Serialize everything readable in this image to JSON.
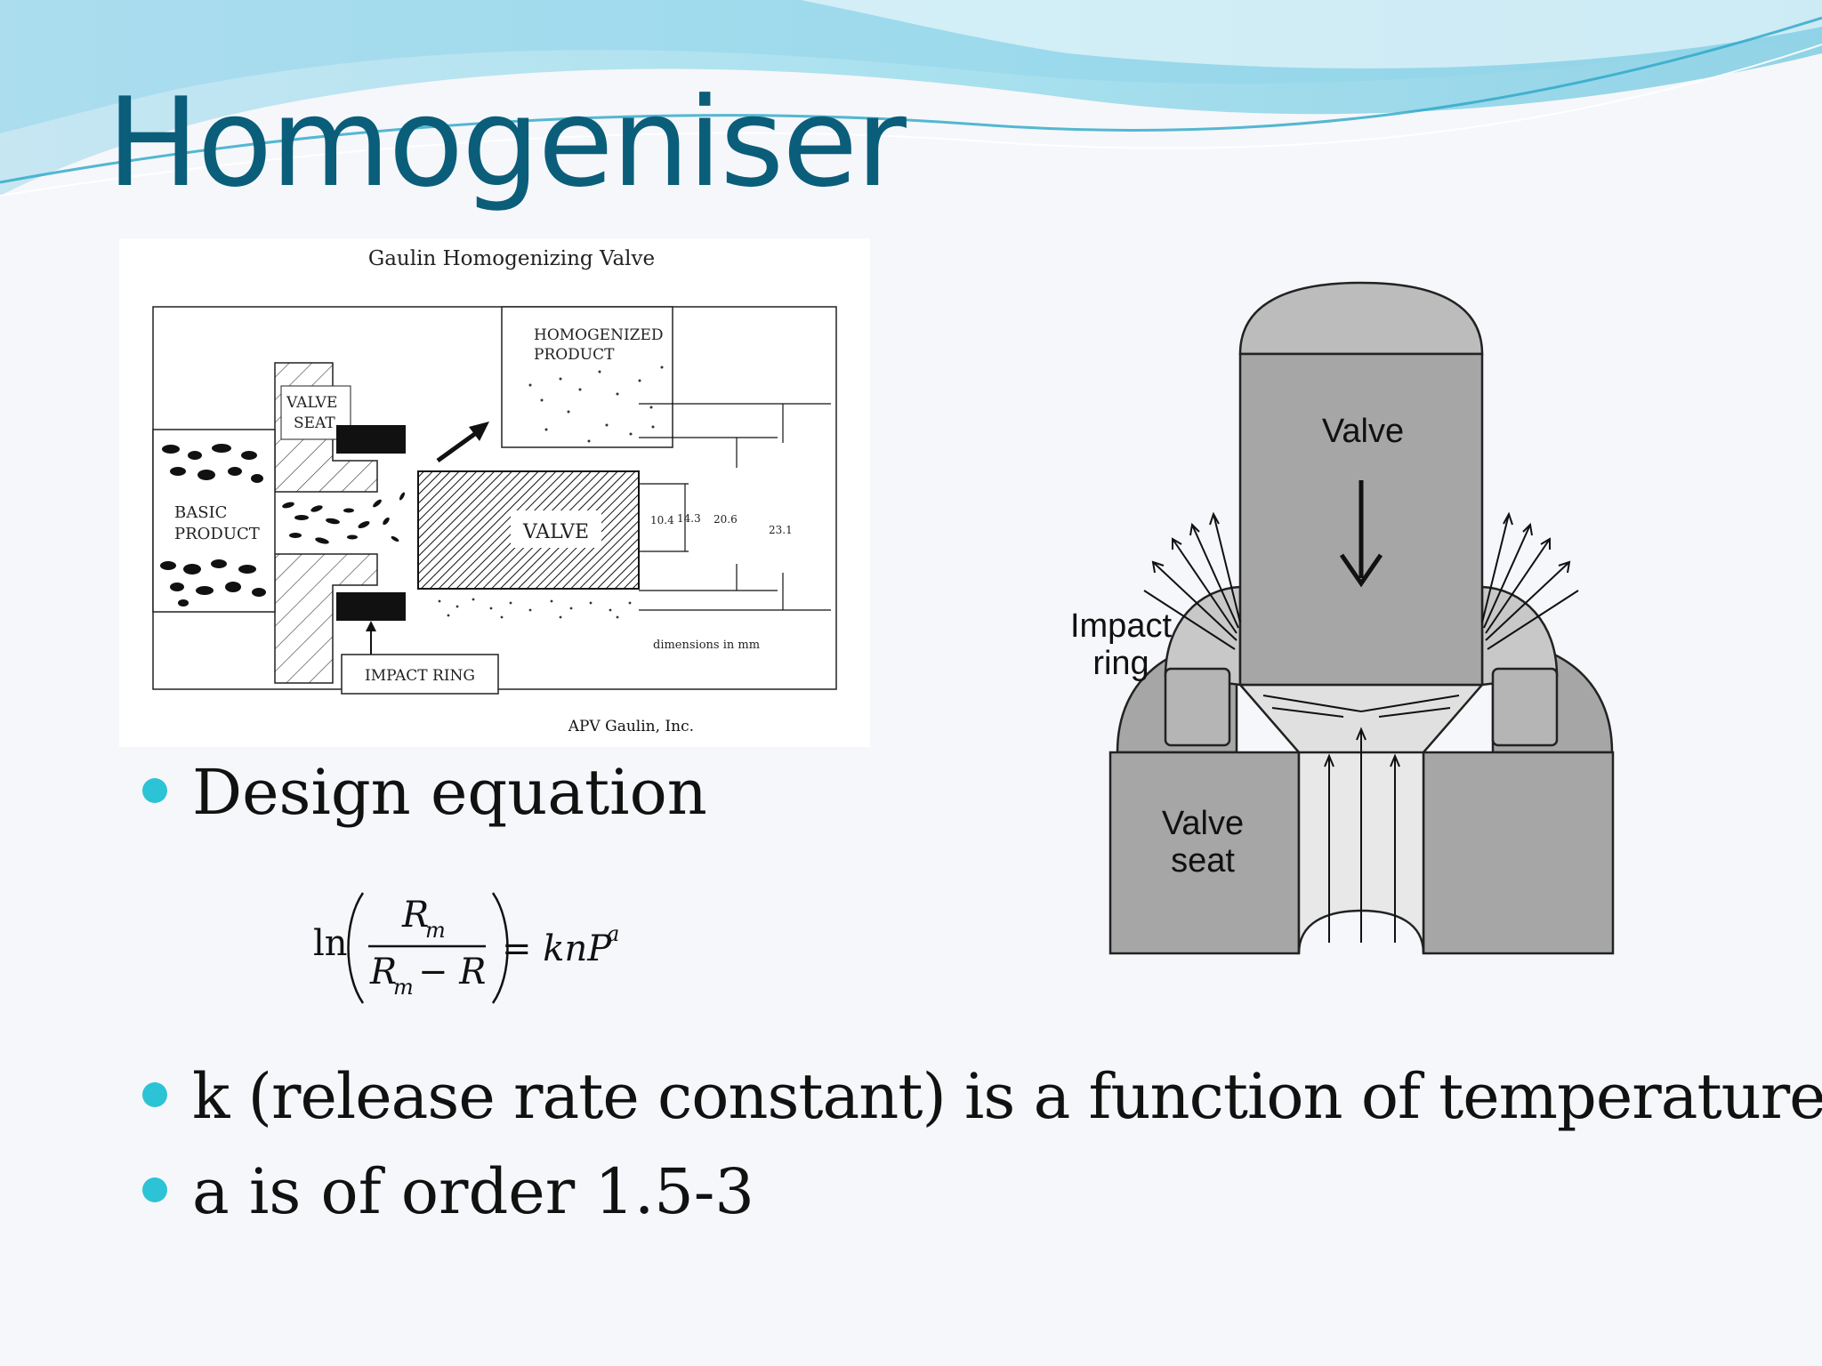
{
  "slide": {
    "title": "Homogeniser"
  },
  "left_figure": {
    "caption": "Gaulin Homogenizing Valve",
    "labels": {
      "homogenized_line1": "HOMOGENIZED",
      "homogenized_line2": "PRODUCT",
      "valve_seat_line1": "VALVE",
      "valve_seat_line2": "SEAT",
      "basic_line1": "BASIC",
      "basic_line2": "PRODUCT",
      "valve": "VALVE",
      "impact_ring": "IMPACT RING",
      "dim1": "10.4",
      "dim2": "14.3",
      "dim3": "20.6",
      "dim4": "23.1",
      "dimensions_note": "dimensions in mm"
    },
    "credit": "APV Gaulin, Inc."
  },
  "right_figure": {
    "labels": {
      "valve": "Valve",
      "impact_line1": "Impact",
      "impact_line2": "ring",
      "seat_line1": "Valve",
      "seat_line2": "seat"
    }
  },
  "bullets": [
    "Design equation",
    "k (release rate constant) is a function of temperature",
    "a is of order 1.5-3"
  ],
  "equation": {
    "ln": "ln",
    "num_R": "R",
    "num_sub": "m",
    "den_R": "R",
    "den_sub": "m",
    "den_rest": "− R",
    "rhs": "= knP",
    "rhs_sup": "a"
  },
  "colors": {
    "title": "#0b5e7a",
    "bullet": "#2cc3d6",
    "diagram_gray": "#a6a6a6"
  }
}
